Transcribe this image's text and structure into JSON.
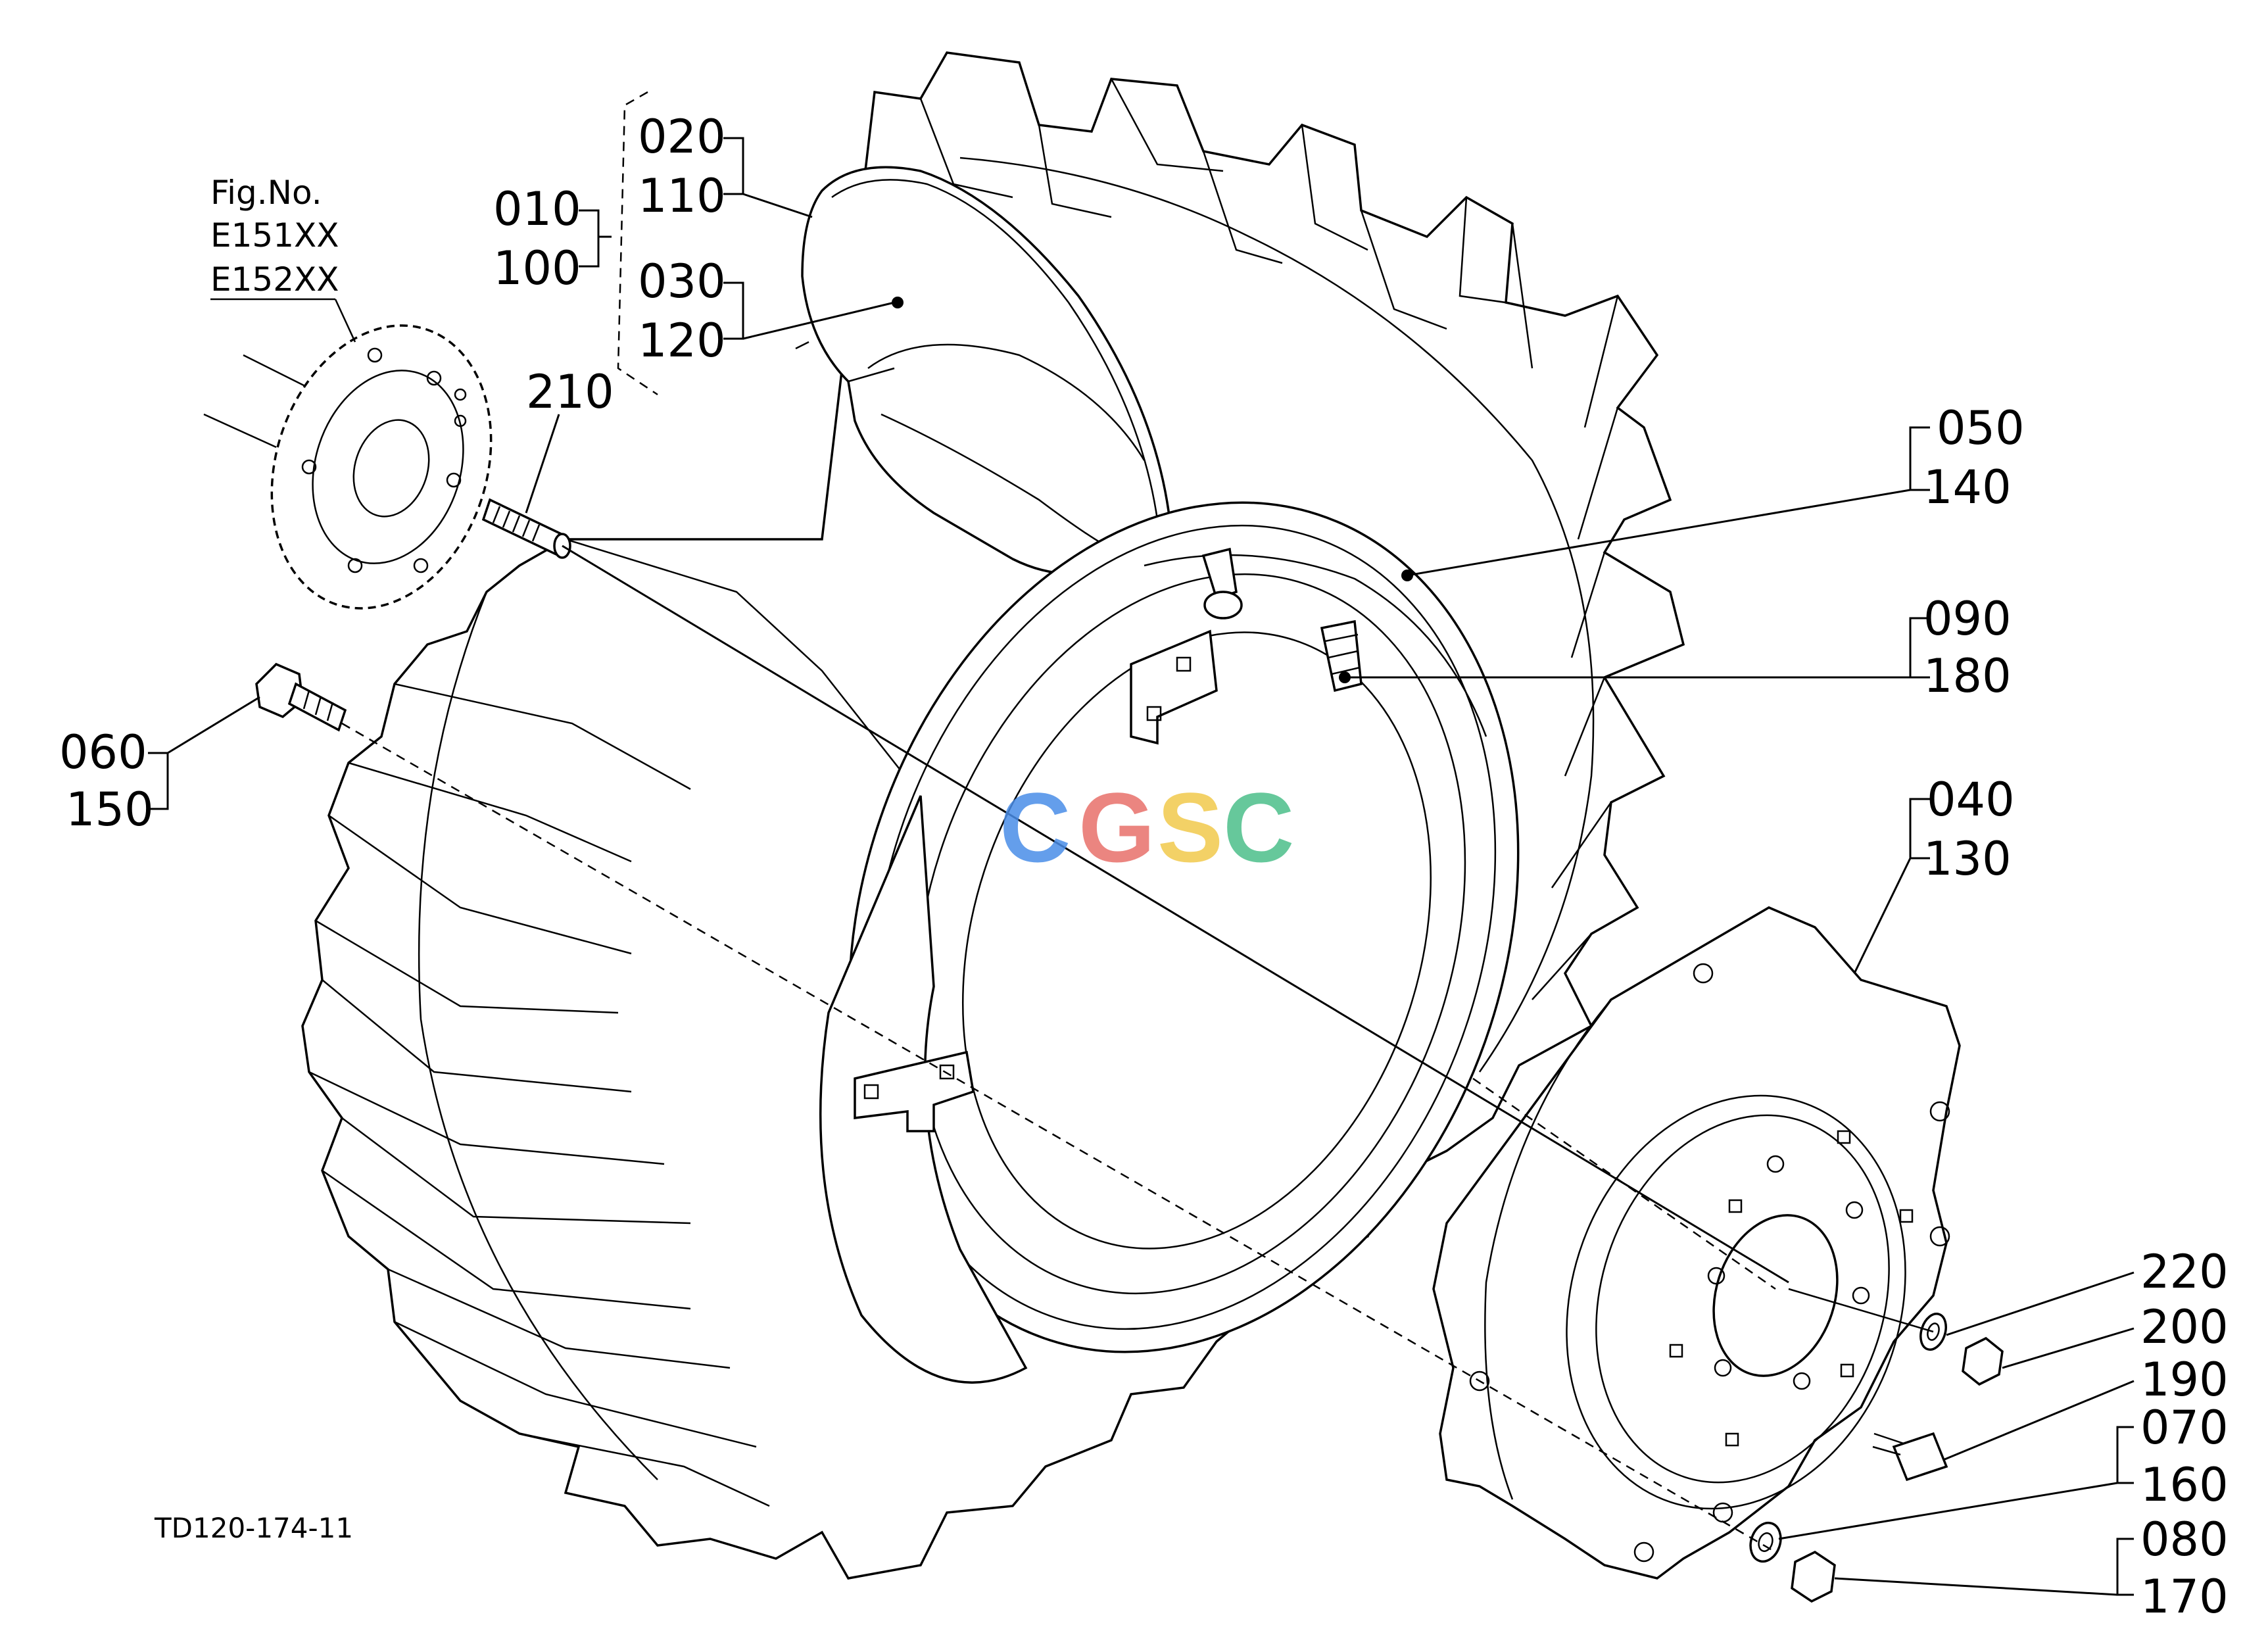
{
  "figure_ref": {
    "title": "Fig.No.",
    "lines": [
      "E151XX",
      "E152XX"
    ]
  },
  "drawing_code": "TD120-174-11",
  "watermark": {
    "letters": [
      "C",
      "G",
      "S",
      "C"
    ],
    "colors": [
      "#4a8ee8",
      "#e8706a",
      "#f2c94c",
      "#4cbf8a"
    ]
  },
  "labels": {
    "p010": "010",
    "p100": "100",
    "p020": "020",
    "p110": "110",
    "p030": "030",
    "p120": "120",
    "p210": "210",
    "p050": "050",
    "p140": "140",
    "p090": "090",
    "p180": "180",
    "p060": "060",
    "p150": "150",
    "p040": "040",
    "p130": "130",
    "p220": "220",
    "p200": "200",
    "p190": "190",
    "p070": "070",
    "p160": "160",
    "p080": "080",
    "p170": "170"
  }
}
